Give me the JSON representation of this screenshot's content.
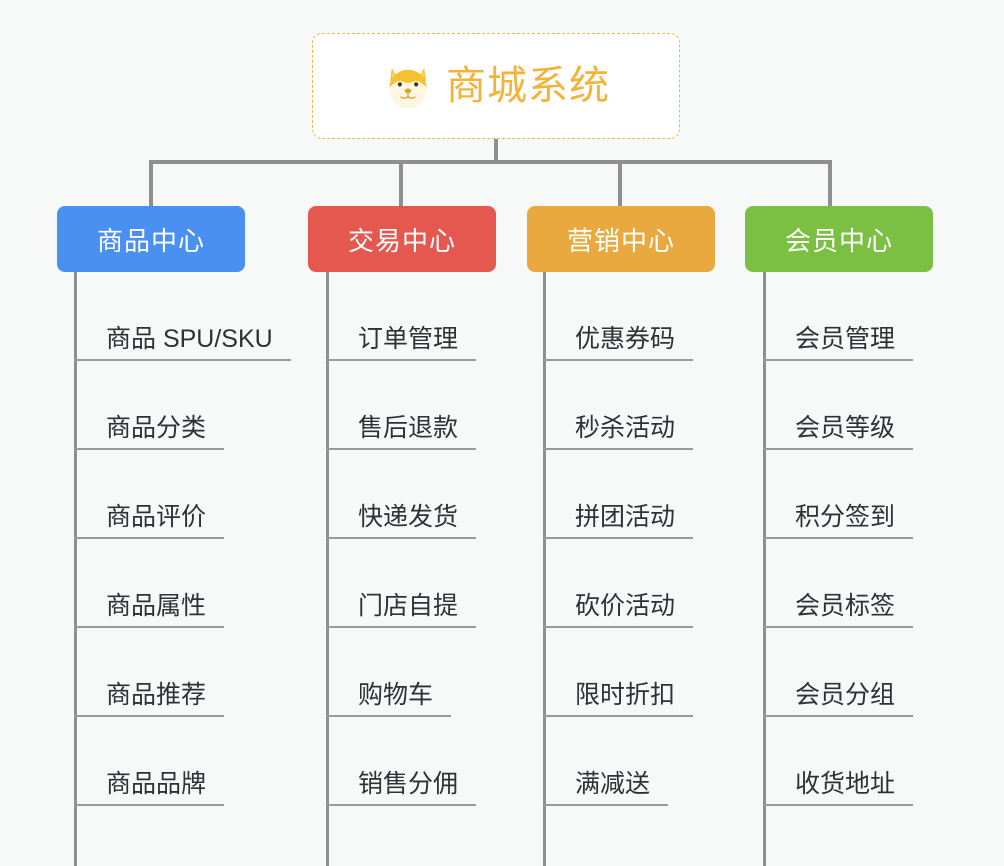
{
  "background_color": "#f7f8f8",
  "root": {
    "title": "商城系统",
    "icon": "shiba-dog-face-icon",
    "border_color": "#f0b849",
    "text_color": "#f2b338",
    "background_color": "#ffffff"
  },
  "branches": [
    {
      "label": "商品中心",
      "color": "#4a90f0",
      "color_class": "c-blue",
      "spine_height": 594,
      "items": [
        "商品 SPU/SKU",
        "商品分类",
        "商品评价",
        "商品属性",
        "商品推荐",
        "商品品牌"
      ]
    },
    {
      "label": "交易中心",
      "color": "#e4584f",
      "color_class": "c-red",
      "spine_height": 594,
      "items": [
        "订单管理",
        "售后退款",
        "快递发货",
        "门店自提",
        "购物车",
        "销售分佣"
      ]
    },
    {
      "label": "营销中心",
      "color": "#eaa93e",
      "color_class": "c-orange",
      "spine_height": 594,
      "items": [
        "优惠券码",
        "秒杀活动",
        "拼团活动",
        "砍价活动",
        "限时折扣",
        "满减送"
      ]
    },
    {
      "label": "会员中心",
      "color": "#7bc043",
      "color_class": "c-green",
      "spine_height": 594,
      "items": [
        "会员管理",
        "会员等级",
        "积分签到",
        "会员标签",
        "会员分组",
        "收货地址"
      ]
    }
  ]
}
